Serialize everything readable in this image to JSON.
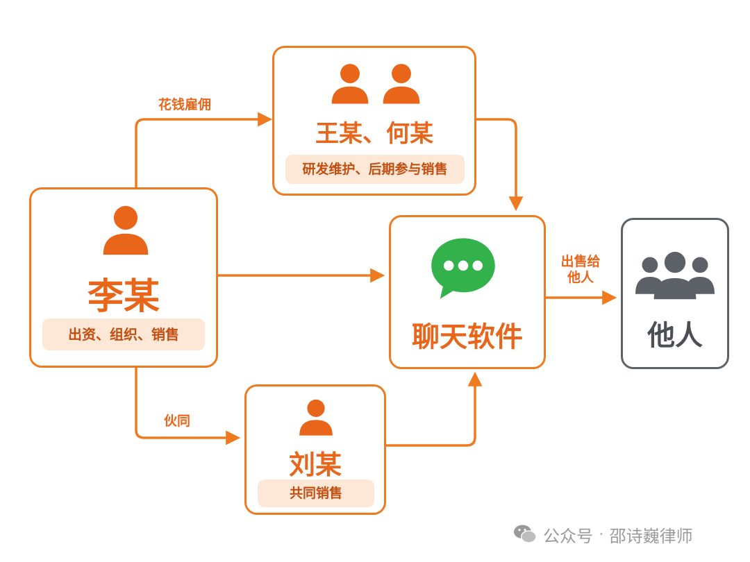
{
  "colors": {
    "accent": "#f07a1f",
    "title": "#e8651a",
    "tag_bg": "#fde8d8",
    "tag_text": "#c24e10",
    "neutral": "#5b6167",
    "chat_green": "#33b24b"
  },
  "nodes": {
    "li": {
      "name": "李某",
      "tag": "出资、组织、销售",
      "icon": "person-icon"
    },
    "wang_he": {
      "name": "王某、何某",
      "tag": "研发维护、后期参与销售",
      "icon": "person-icon"
    },
    "liu": {
      "name": "刘某",
      "tag": "共同销售",
      "icon": "person-icon"
    },
    "chat": {
      "name": "聊天软件",
      "icon": "chat-bubble-icon"
    },
    "others": {
      "name": "他人",
      "icon": "group-icon"
    }
  },
  "edges": {
    "hire": "花钱雇佣",
    "accomplice": "伙同",
    "sell": "出售给他人",
    "sell_line1": "出售给",
    "sell_line2": "他人"
  },
  "watermark": {
    "prefix": "公众号",
    "sep": "·",
    "author": "邵诗巍律师",
    "icon": "wechat-icon"
  }
}
